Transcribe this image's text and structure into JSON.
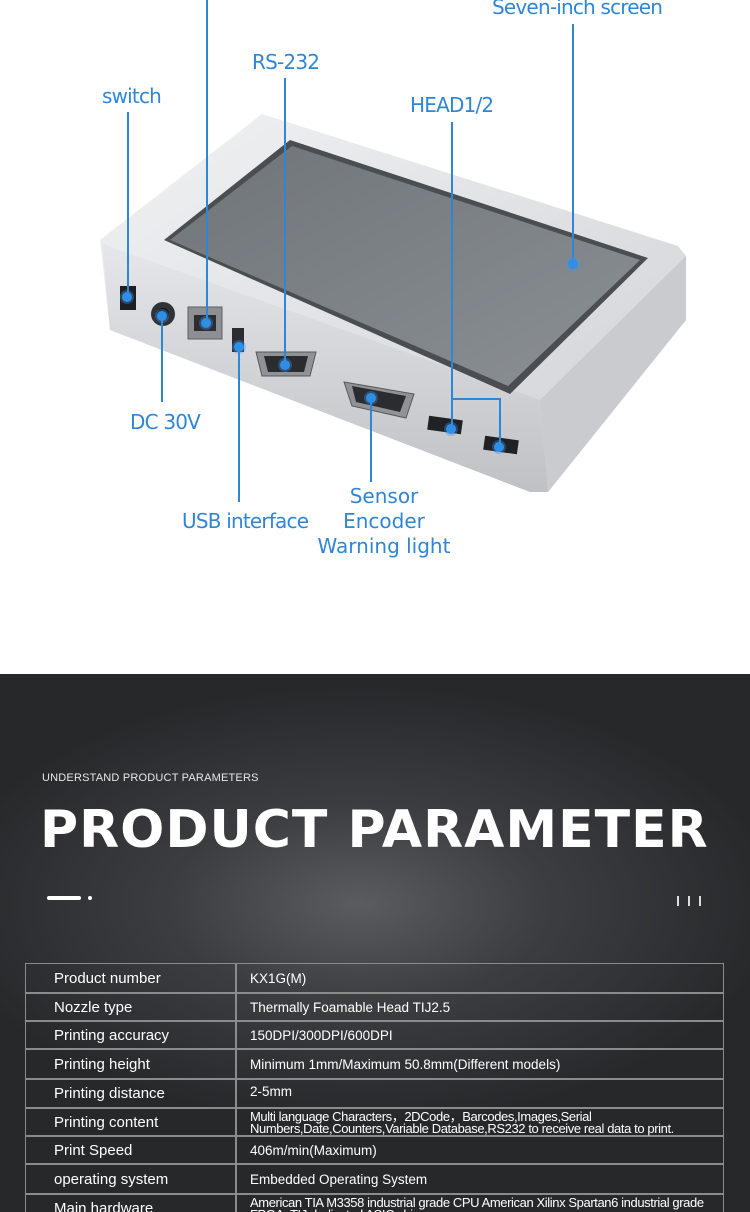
{
  "diagram": {
    "callouts": {
      "seven_inch_screen": "Seven-inch screen",
      "rs232": "RS-232",
      "switch": "switch",
      "head12": "HEAD1/2",
      "dc30v": "DC 30V",
      "usb_interface": "USB interface",
      "sensor": "Sensor",
      "encoder": "Encoder",
      "warning_light": "Warning light"
    },
    "accent_color": "#2f86d6"
  },
  "parameters": {
    "kicker": "UNDERSTAND PRODUCT PARAMETERS",
    "title": "PRODUCT PARAMETER",
    "rows": [
      {
        "label": "Product number",
        "value": "KX1G(M)"
      },
      {
        "label": "Nozzle type",
        "value": "Thermally Foamable Head TIJ2.5"
      },
      {
        "label": "Printing accuracy",
        "value": "150DPI/300DPI/600DPI"
      },
      {
        "label": "Printing height",
        "value": "Minimum 1mm/Maximum 50.8mm(Different models)"
      },
      {
        "label": "Printing distance",
        "value": "2-5mm"
      },
      {
        "label": "Printing content",
        "value": "Multi language Characters，2DCode，Barcodes,Images,Serial Numbers,Date,Counters,Variable Database,RS232 to receive real data to print."
      },
      {
        "label": "Print Speed",
        "value": "406m/min(Maximum)"
      },
      {
        "label": "operating system",
        "value": "Embedded Operating System"
      },
      {
        "label": "Main hardware",
        "value": "American TIA M3358 industrial grade CPU American Xilinx Spartan6 industrial grade FPGA, TIJ dedicated ASIC chip"
      }
    ]
  }
}
